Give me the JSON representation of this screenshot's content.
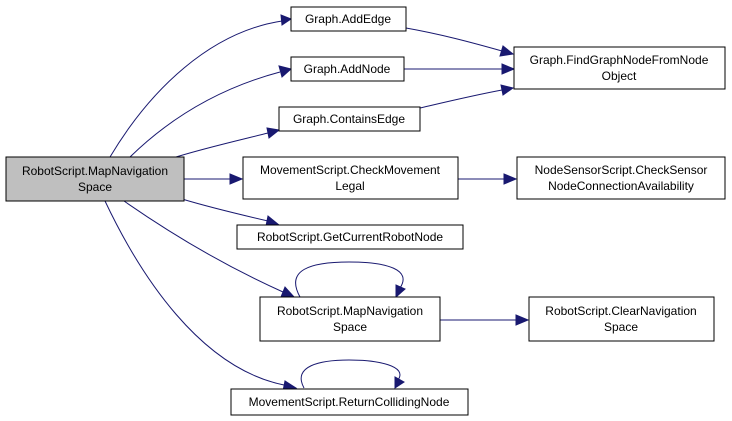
{
  "colors": {
    "edge": "#191970",
    "root_fill": "#bfbfbf",
    "node_fill": "#ffffff",
    "node_border": "#000000"
  },
  "nodes": {
    "map_navigation_space_root": [
      "RobotScript.MapNavigation",
      "Space"
    ],
    "add_edge": [
      "Graph.AddEdge"
    ],
    "add_node": [
      "Graph.AddNode"
    ],
    "contains_edge": [
      "Graph.ContainsEdge"
    ],
    "find_graph_node": [
      "Graph.FindGraphNodeFromNode",
      "Object"
    ],
    "check_movement_legal": [
      "MovementScript.CheckMovement",
      "Legal"
    ],
    "check_sensor_node": [
      "NodeSensorScript.CheckSensor",
      "NodeConnectionAvailability"
    ],
    "get_current_robot_node": [
      "RobotScript.GetCurrentRobotNode"
    ],
    "map_navigation_space": [
      "RobotScript.MapNavigation",
      "Space"
    ],
    "clear_navigation_space": [
      "RobotScript.ClearNavigation",
      "Space"
    ],
    "return_colliding_node": [
      "MovementScript.ReturnCollidingNode"
    ]
  },
  "edges": [
    [
      "map_navigation_space_root",
      "add_edge"
    ],
    [
      "map_navigation_space_root",
      "add_node"
    ],
    [
      "map_navigation_space_root",
      "contains_edge"
    ],
    [
      "map_navigation_space_root",
      "check_movement_legal"
    ],
    [
      "map_navigation_space_root",
      "get_current_robot_node"
    ],
    [
      "map_navigation_space_root",
      "map_navigation_space"
    ],
    [
      "map_navigation_space_root",
      "return_colliding_node"
    ],
    [
      "add_edge",
      "find_graph_node"
    ],
    [
      "add_node",
      "find_graph_node"
    ],
    [
      "contains_edge",
      "find_graph_node"
    ],
    [
      "check_movement_legal",
      "check_sensor_node"
    ],
    [
      "map_navigation_space",
      "map_navigation_space"
    ],
    [
      "map_navigation_space",
      "clear_navigation_space"
    ],
    [
      "return_colliding_node",
      "return_colliding_node"
    ]
  ]
}
